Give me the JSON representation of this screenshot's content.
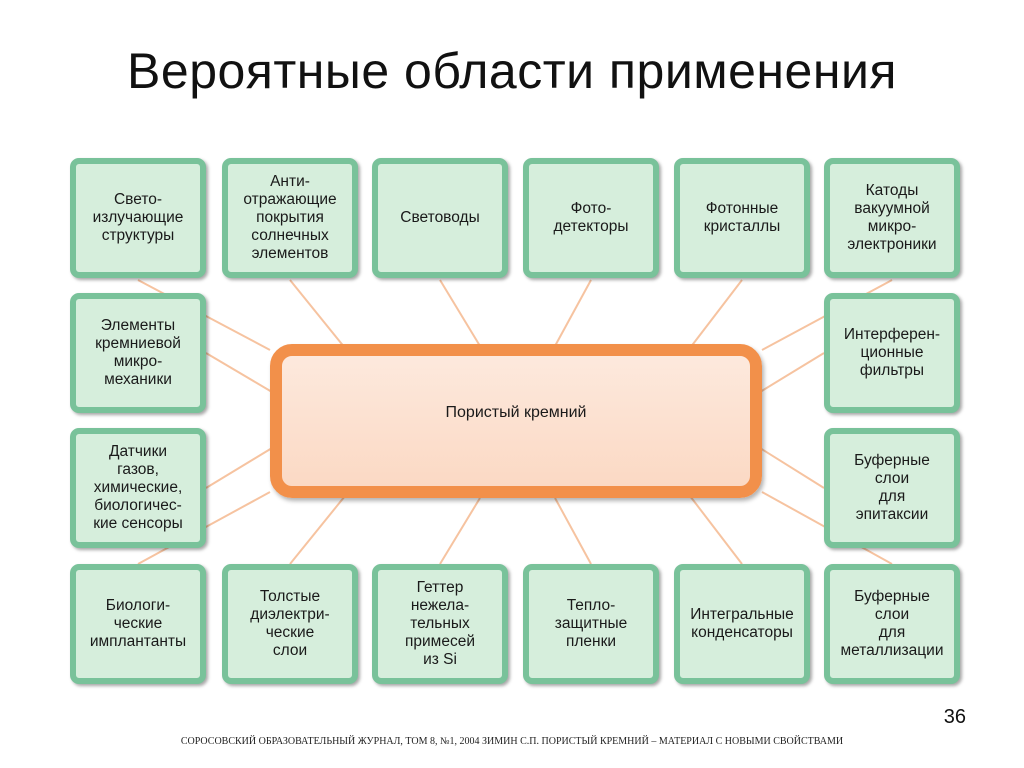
{
  "title": "Вероятные области применения",
  "center": {
    "label": "Пористый кремний"
  },
  "top_row": [
    {
      "id": "svetoizluchayushchie",
      "label": "Свето-\nизлучающие\nструктуры"
    },
    {
      "id": "antiotrazhayushchie",
      "label": "Анти-\nотражающие\nпокрытия\nсолнечных\nэлементов"
    },
    {
      "id": "svetovody",
      "label": "Световоды"
    },
    {
      "id": "fotodetektory",
      "label": "Фото-\nдетекторы"
    },
    {
      "id": "fotonnye-kristally",
      "label": "Фотонные\nкристаллы"
    },
    {
      "id": "katody",
      "label": "Катоды\nвакуумной\nмикро-\nэлектроники"
    }
  ],
  "left_column": [
    {
      "id": "mikromekhaniki",
      "label": "Элементы\nкремниевой\nмикро-\nмеханики"
    },
    {
      "id": "datchiki",
      "label": "Датчики\nгазов,\nхимические,\nбиологичес-\nкие сенсоры"
    }
  ],
  "right_column": [
    {
      "id": "interferentsionnye-filtry",
      "label": "Интерферен-\nционные\nфильтры"
    },
    {
      "id": "bufernye-epitaksii",
      "label": "Буферные\nслои\nдля\nэпитаксии"
    }
  ],
  "bottom_row": [
    {
      "id": "implantanty",
      "label": "Биологи-\nческие\nимплантанты"
    },
    {
      "id": "dielektricheskie-sloi",
      "label": "Толстые\nдиэлектри-\nческие\nслои"
    },
    {
      "id": "getter",
      "label": "Геттер\nнежела-\nтельных\nпримесей\nиз Si"
    },
    {
      "id": "teplozashchitnye",
      "label": "Тепло-\nзащитные\nпленки"
    },
    {
      "id": "kondensatory",
      "label": "Интегральные\nконденсаторы"
    },
    {
      "id": "bufernye-metallizatsii",
      "label": "Буферные\nслои\nдля\nметаллизации"
    }
  ],
  "page_number": "36",
  "footer": "СОРОСОВСКИЙ ОБРАЗОВАТЕЛЬНЫЙ ЖУРНАЛ, ТОМ 8, №1, 2004 ЗИМИН С.П. ПОРИСТЫЙ КРЕМНИЙ – МАТЕРИАЛ С НОВЫМИ СВОЙСТВАМИ",
  "colors": {
    "box_fill": "#d6eedc",
    "box_border": "#79c29a",
    "center_border": "#f2904a",
    "connector": "#f6c3a0"
  }
}
